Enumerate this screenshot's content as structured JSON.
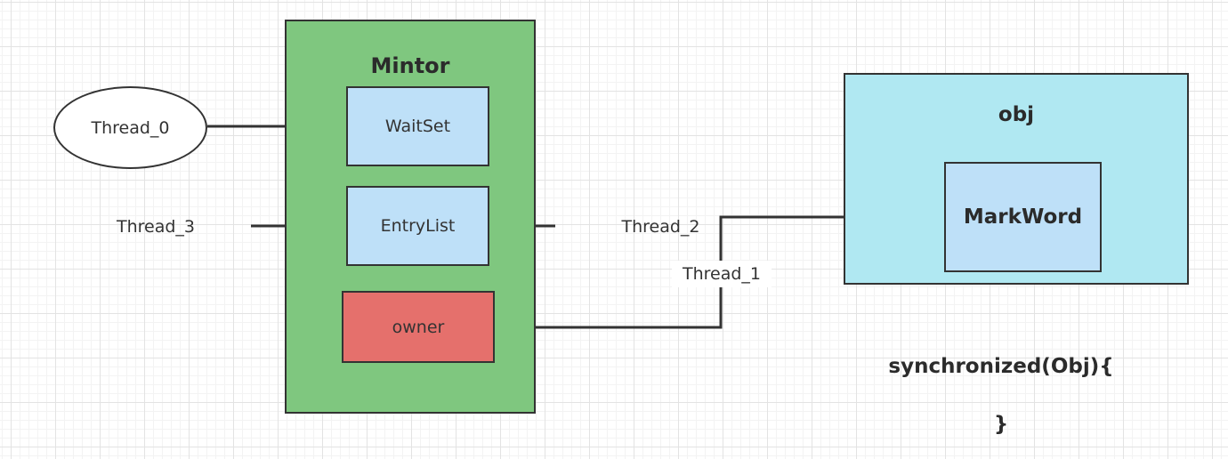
{
  "monitor": {
    "title": "Mintor",
    "waitset": "WaitSet",
    "entrylist": "EntryList",
    "owner": "owner"
  },
  "threads": {
    "thread_0": "Thread_0",
    "thread_1": "Thread_1",
    "thread_2": "Thread_2",
    "thread_3": "Thread_3"
  },
  "obj": {
    "title": "obj",
    "markword": "MarkWord"
  },
  "code": {
    "open": "synchronized(Obj){",
    "close": "}"
  },
  "colors": {
    "monitor_fill": "#7fc77f",
    "queue_fill": "#bee0f8",
    "owner_fill": "#e5706c",
    "obj_fill": "#b0e8f2",
    "stroke": "#333333"
  }
}
